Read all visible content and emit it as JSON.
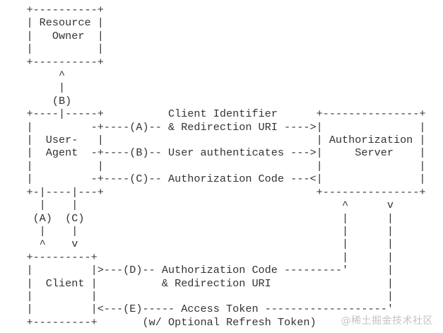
{
  "diagram": {
    "kind": "ascii-flow-diagram",
    "text_color": "#333333",
    "background_color": "#ffffff",
    "ascii_lines": [
      "    +----------+",
      "    | Resource |",
      "    |   Owner  |",
      "    |          |",
      "    +----------+",
      "         ^",
      "         |",
      "        (B)",
      "    +----|-----+          Client Identifier      +---------------+",
      "    |         -+----(A)-- & Redirection URI ---->|               |",
      "    |  User-   |                                 | Authorization |",
      "    |  Agent  -+----(B)-- User authenticates --->|     Server    |",
      "    |          |                                 |               |",
      "    |         -+----(C)-- Authorization Code ---<|               |",
      "    +-|----|---+                                 +---------------+",
      "      |    |                                         ^      v",
      "     (A)  (C)                                        |      |",
      "      |    |                                         |      |",
      "      ^    v                                         |      |",
      "    +---------+                                      |      |",
      "    |         |>---(D)-- Authorization Code ---------'      |",
      "    |  Client |          & Redirection URI                  |",
      "    |         |                                             |",
      "    |         |<---(E)----- Access Token -------------------'",
      "    +---------+       (w/ Optional Refresh Token)"
    ],
    "nodes": [
      {
        "label": "Resource Owner"
      },
      {
        "label": "User-Agent"
      },
      {
        "label": "Authorization Server"
      },
      {
        "label": "Client"
      }
    ],
    "steps": [
      {
        "label": "(A)",
        "text": "Client Identifier & Redirection URI"
      },
      {
        "label": "(B)",
        "text": "User authenticates"
      },
      {
        "label": "(C)",
        "text": "Authorization Code"
      },
      {
        "label": "(D)",
        "text": "Authorization Code & Redirection URI"
      },
      {
        "label": "(E)",
        "text": "Access Token (w/ Optional Refresh Token)"
      }
    ]
  },
  "watermark": {
    "text": "@稀土掘金技术社区",
    "color": "#c3c3c3"
  }
}
